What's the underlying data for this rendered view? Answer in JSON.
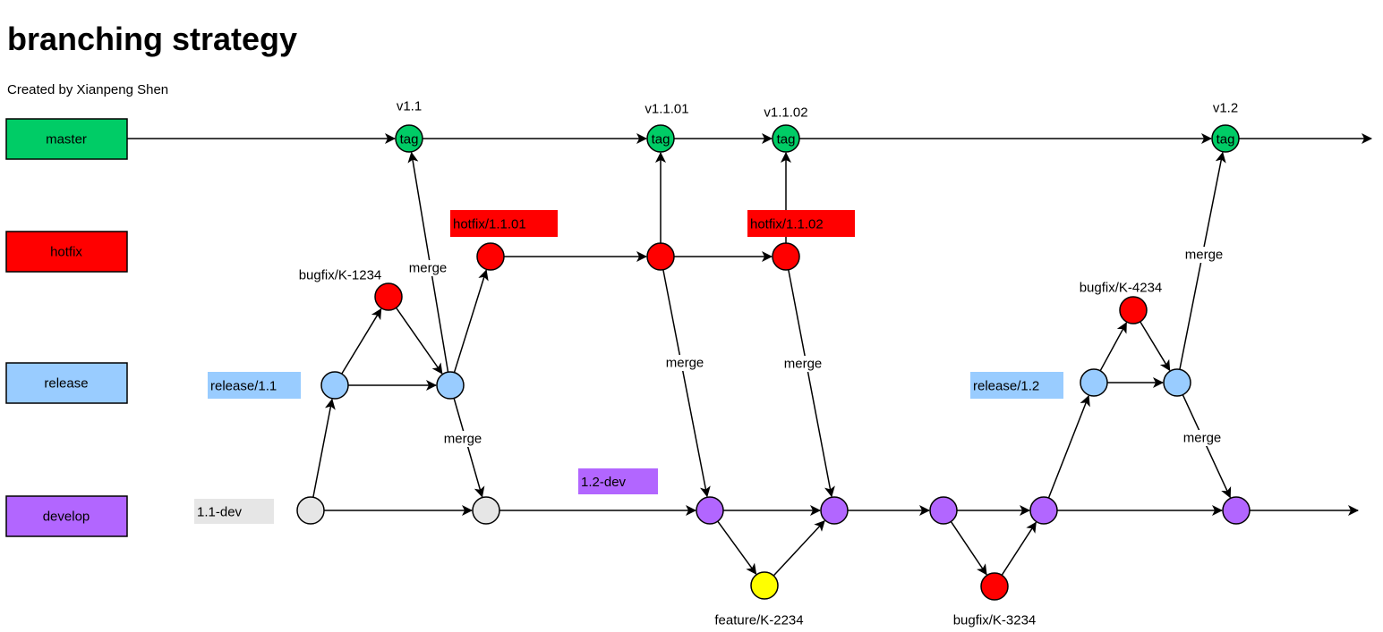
{
  "title": "branching strategy",
  "subtitle": "Created by Xianpeng Shen",
  "colors": {
    "master": "#00CC66",
    "hotfix": "#FF0000",
    "release": "#99CCFF",
    "develop": "#B266FF",
    "legacy_dev": "#E6E6E6",
    "feature": "#FFFF00",
    "tag": "#00CC66",
    "bugfix": "#FF0000",
    "line": "#000000"
  },
  "lanes": [
    {
      "id": "master",
      "label": "master",
      "color": "#00CC66"
    },
    {
      "id": "hotfix",
      "label": "hotfix",
      "color": "#FF0000"
    },
    {
      "id": "release",
      "label": "release",
      "color": "#99CCFF"
    },
    {
      "id": "develop",
      "label": "develop",
      "color": "#B266FF"
    }
  ],
  "branch_tags": [
    {
      "id": "hotfix-1-1-01",
      "text": "hotfix/1.1.01",
      "color": "#FF0000"
    },
    {
      "id": "hotfix-1-1-02",
      "text": "hotfix/1.1.02",
      "color": "#FF0000"
    },
    {
      "id": "release-1-1",
      "text": "release/1.1",
      "color": "#99CCFF"
    },
    {
      "id": "release-1-2",
      "text": "release/1.2",
      "color": "#99CCFF"
    },
    {
      "id": "dev-1-1",
      "text": "1.1-dev",
      "color": "#E6E6E6"
    },
    {
      "id": "dev-1-2",
      "text": "1.2-dev",
      "color": "#B266FF"
    }
  ],
  "version_labels": [
    "v1.1",
    "v1.1.01",
    "v1.1.02",
    "v1.2"
  ],
  "tag_node_text": "tag",
  "branch_names": {
    "bugfix_1": "bugfix/K-1234",
    "bugfix_3": "bugfix/K-3234",
    "bugfix_4": "bugfix/K-4234",
    "feature_2": "feature/K-2234"
  },
  "edge_label": "merge",
  "nodes": [
    {
      "id": "t1",
      "kind": "tag",
      "color": "#00CC66"
    },
    {
      "id": "t2",
      "kind": "tag",
      "color": "#00CC66"
    },
    {
      "id": "t3",
      "kind": "tag",
      "color": "#00CC66"
    },
    {
      "id": "t4",
      "kind": "tag",
      "color": "#00CC66"
    },
    {
      "id": "h1",
      "kind": "hotfix",
      "color": "#FF0000"
    },
    {
      "id": "h2",
      "kind": "hotfix",
      "color": "#FF0000"
    },
    {
      "id": "h3",
      "kind": "hotfix",
      "color": "#FF0000"
    },
    {
      "id": "b1",
      "kind": "bugfix",
      "color": "#FF0000"
    },
    {
      "id": "b4",
      "kind": "bugfix",
      "color": "#FF0000"
    },
    {
      "id": "r1",
      "kind": "release",
      "color": "#99CCFF"
    },
    {
      "id": "r2",
      "kind": "release",
      "color": "#99CCFF"
    },
    {
      "id": "r3",
      "kind": "release",
      "color": "#99CCFF"
    },
    {
      "id": "r4",
      "kind": "release",
      "color": "#99CCFF"
    },
    {
      "id": "d1",
      "kind": "legacy-dev",
      "color": "#E6E6E6"
    },
    {
      "id": "d2",
      "kind": "legacy-dev",
      "color": "#E6E6E6"
    },
    {
      "id": "d3",
      "kind": "develop",
      "color": "#B266FF"
    },
    {
      "id": "d4",
      "kind": "develop",
      "color": "#B266FF"
    },
    {
      "id": "d5",
      "kind": "develop",
      "color": "#B266FF"
    },
    {
      "id": "d6",
      "kind": "develop",
      "color": "#B266FF"
    },
    {
      "id": "d7",
      "kind": "develop",
      "color": "#B266FF"
    },
    {
      "id": "f2",
      "kind": "feature",
      "color": "#FFFF00"
    },
    {
      "id": "b3",
      "kind": "bugfix",
      "color": "#FF0000"
    }
  ],
  "edges": [
    {
      "from": "master-start",
      "to": "t1"
    },
    {
      "from": "t1",
      "to": "t2"
    },
    {
      "from": "t2",
      "to": "t3"
    },
    {
      "from": "t3",
      "to": "t4"
    },
    {
      "from": "t4",
      "to": "master-end"
    },
    {
      "from": "r2",
      "to": "t1",
      "label": "merge"
    },
    {
      "from": "r2",
      "to": "h1"
    },
    {
      "from": "h1",
      "to": "h2"
    },
    {
      "from": "h2",
      "to": "t2"
    },
    {
      "from": "h2",
      "to": "h3"
    },
    {
      "from": "h3",
      "to": "t3"
    },
    {
      "from": "h2",
      "to": "d3",
      "label": "merge"
    },
    {
      "from": "h3",
      "to": "d4",
      "label": "merge"
    },
    {
      "from": "r1",
      "to": "b1"
    },
    {
      "from": "b1",
      "to": "r2"
    },
    {
      "from": "r1",
      "to": "r2"
    },
    {
      "from": "d1",
      "to": "r1"
    },
    {
      "from": "d1",
      "to": "d2"
    },
    {
      "from": "r2",
      "to": "d2",
      "label": "merge"
    },
    {
      "from": "d2",
      "to": "d3"
    },
    {
      "from": "d3",
      "to": "d4"
    },
    {
      "from": "d3",
      "to": "f2"
    },
    {
      "from": "f2",
      "to": "d4"
    },
    {
      "from": "d4",
      "to": "d5"
    },
    {
      "from": "d5",
      "to": "d6"
    },
    {
      "from": "d5",
      "to": "b3"
    },
    {
      "from": "b3",
      "to": "d6"
    },
    {
      "from": "d6",
      "to": "r3"
    },
    {
      "from": "r3",
      "to": "b4"
    },
    {
      "from": "b4",
      "to": "r4"
    },
    {
      "from": "r3",
      "to": "r4"
    },
    {
      "from": "r4",
      "to": "t4",
      "label": "merge"
    },
    {
      "from": "r4",
      "to": "d7",
      "label": "merge"
    },
    {
      "from": "d6",
      "to": "d7"
    },
    {
      "from": "d7",
      "to": "develop-end"
    }
  ]
}
